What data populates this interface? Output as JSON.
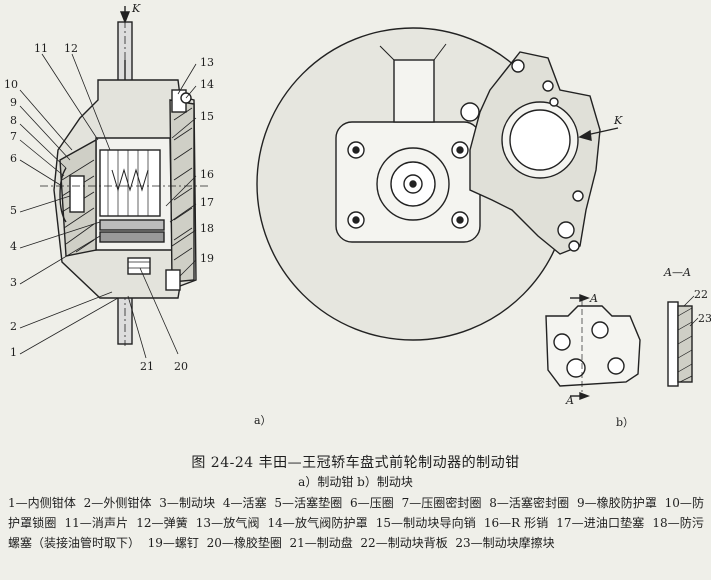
{
  "figure": {
    "left_callouts": [
      {
        "num": "11"
      },
      {
        "num": "12"
      },
      {
        "num": "10"
      },
      {
        "num": "9"
      },
      {
        "num": "8"
      },
      {
        "num": "7"
      },
      {
        "num": "6"
      },
      {
        "num": "5"
      },
      {
        "num": "4"
      },
      {
        "num": "3"
      },
      {
        "num": "2"
      },
      {
        "num": "1"
      }
    ],
    "right_callouts": [
      {
        "num": "13"
      },
      {
        "num": "14"
      },
      {
        "num": "15"
      },
      {
        "num": "16"
      },
      {
        "num": "17"
      },
      {
        "num": "18"
      },
      {
        "num": "19"
      }
    ],
    "bottom_callouts": [
      {
        "num": "21"
      },
      {
        "num": "20"
      }
    ],
    "view_k_left": "K",
    "view_k_right": "K",
    "section_label": "A—A",
    "section_a": "A",
    "pad_callouts": [
      {
        "num": "22"
      },
      {
        "num": "23"
      }
    ],
    "sub_a": "a）",
    "sub_b": "b）"
  },
  "caption": {
    "title": "图 24-24    丰田—王冠轿车盘式前轮制动器的制动钳",
    "subtitle": "a）制动钳  b）制动块"
  },
  "legend": [
    "1—内侧钳体",
    "2—外侧钳体",
    "3—制动块",
    "4—活塞",
    "5—活塞垫圈",
    "6—压圈",
    "7—压圈密封圈",
    "8—活塞密封圈",
    "9—橡胶防护罩",
    "10—防护罩锁圈",
    "11—消声片",
    "12—弹簧",
    "13—放气阀",
    "14—放气阀防护罩",
    "15—制动块导向销",
    "16—R 形销",
    "17—进油口垫塞",
    "18—防污螺塞（装接油管时取下）",
    "19—螺钉",
    "20—橡胶垫圈",
    "21—制动盘",
    "22—制动块背板",
    "23—制动块摩擦块"
  ]
}
